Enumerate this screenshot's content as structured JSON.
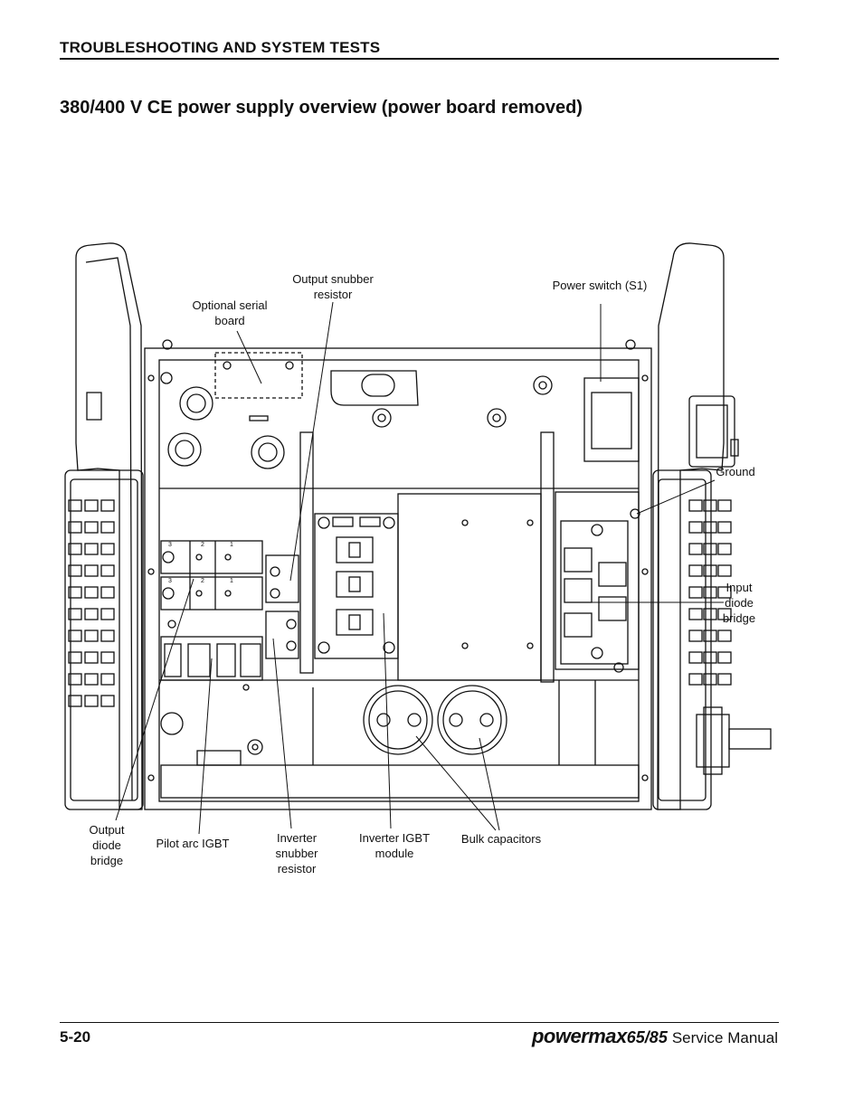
{
  "header": {
    "section_title": "TROUBLESHOOTING AND SYSTEM TESTS"
  },
  "heading": "380/400 V CE power supply overview (power board removed)",
  "labels": {
    "optional_serial_board": [
      "Optional serial",
      "board"
    ],
    "output_snubber_resistor": [
      "Output snubber",
      "resistor"
    ],
    "power_switch": [
      "Power switch (S1)"
    ],
    "ground": [
      "Ground"
    ],
    "input_diode_bridge": [
      "Input",
      "diode",
      "bridge"
    ],
    "output_diode_bridge": [
      "Output",
      "diode",
      "bridge"
    ],
    "pilot_arc_igbt": [
      "Pilot arc IGBT"
    ],
    "inverter_snubber_resistor": [
      "Inverter",
      "snubber",
      "resistor"
    ],
    "inverter_igbt_module": [
      "Inverter IGBT",
      "module"
    ],
    "bulk_capacitors": [
      "Bulk capacitors"
    ]
  },
  "diode_pin_numbers": [
    "3",
    "2",
    "1"
  ],
  "footer": {
    "page_number": "5-20",
    "brand": "powermax",
    "model": "65/85",
    "manual": "Service Manual"
  }
}
